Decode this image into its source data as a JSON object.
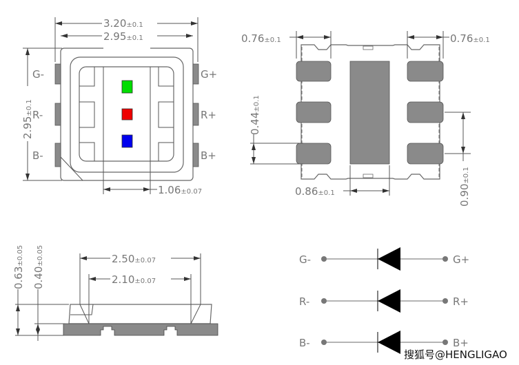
{
  "top_view": {
    "dim_width_outer": {
      "value": "3.20",
      "tol": "±0.1"
    },
    "dim_width_body": {
      "value": "2.95",
      "tol": "±0.1"
    },
    "dim_height": {
      "value": "2.95",
      "tol": "±0.1"
    },
    "dim_chip_span": {
      "value": "1.06",
      "tol": "±0.07"
    },
    "pins_left": [
      {
        "label": "G-",
        "color": "#33cc33"
      },
      {
        "label": "R-",
        "color": "#dd3333"
      },
      {
        "label": "B-",
        "color": "#3333cc"
      }
    ],
    "pins_right": [
      {
        "label": "G+",
        "color": "#33cc33"
      },
      {
        "label": "R+",
        "color": "#dd3333"
      },
      {
        "label": "B+",
        "color": "#3333cc"
      }
    ],
    "chip_colors": [
      "#00dd00",
      "#ee0000",
      "#0000ee"
    ]
  },
  "bottom_view": {
    "dim_pad_left": {
      "value": "0.76",
      "tol": "±0.1"
    },
    "dim_pad_right": {
      "value": "0.76",
      "tol": "±0.1"
    },
    "dim_pad_height": {
      "value": "0.44",
      "tol": "±0.1"
    },
    "dim_center_pad": {
      "value": "0.86",
      "tol": "±0.1"
    },
    "dim_pitch": {
      "value": "0.90",
      "tol": "±0.1"
    }
  },
  "side_view": {
    "dim_total_height": {
      "value": "0.63",
      "tol": "±0.05"
    },
    "dim_base_height": {
      "value": "0.40",
      "tol": "±0.05"
    },
    "dim_top_outer": {
      "value": "2.50",
      "tol": "±0.07"
    },
    "dim_top_inner": {
      "value": "2.10",
      "tol": "±0.07"
    }
  },
  "circuit": {
    "rows": [
      {
        "minus": "G-",
        "plus": "G+",
        "color": "#66dd66"
      },
      {
        "minus": "R-",
        "plus": "R+",
        "color": "#ee7777"
      },
      {
        "minus": "B-",
        "plus": "B+",
        "color": "#6666ee"
      }
    ]
  },
  "watermark": "搜狐号@HENGLIGAO"
}
